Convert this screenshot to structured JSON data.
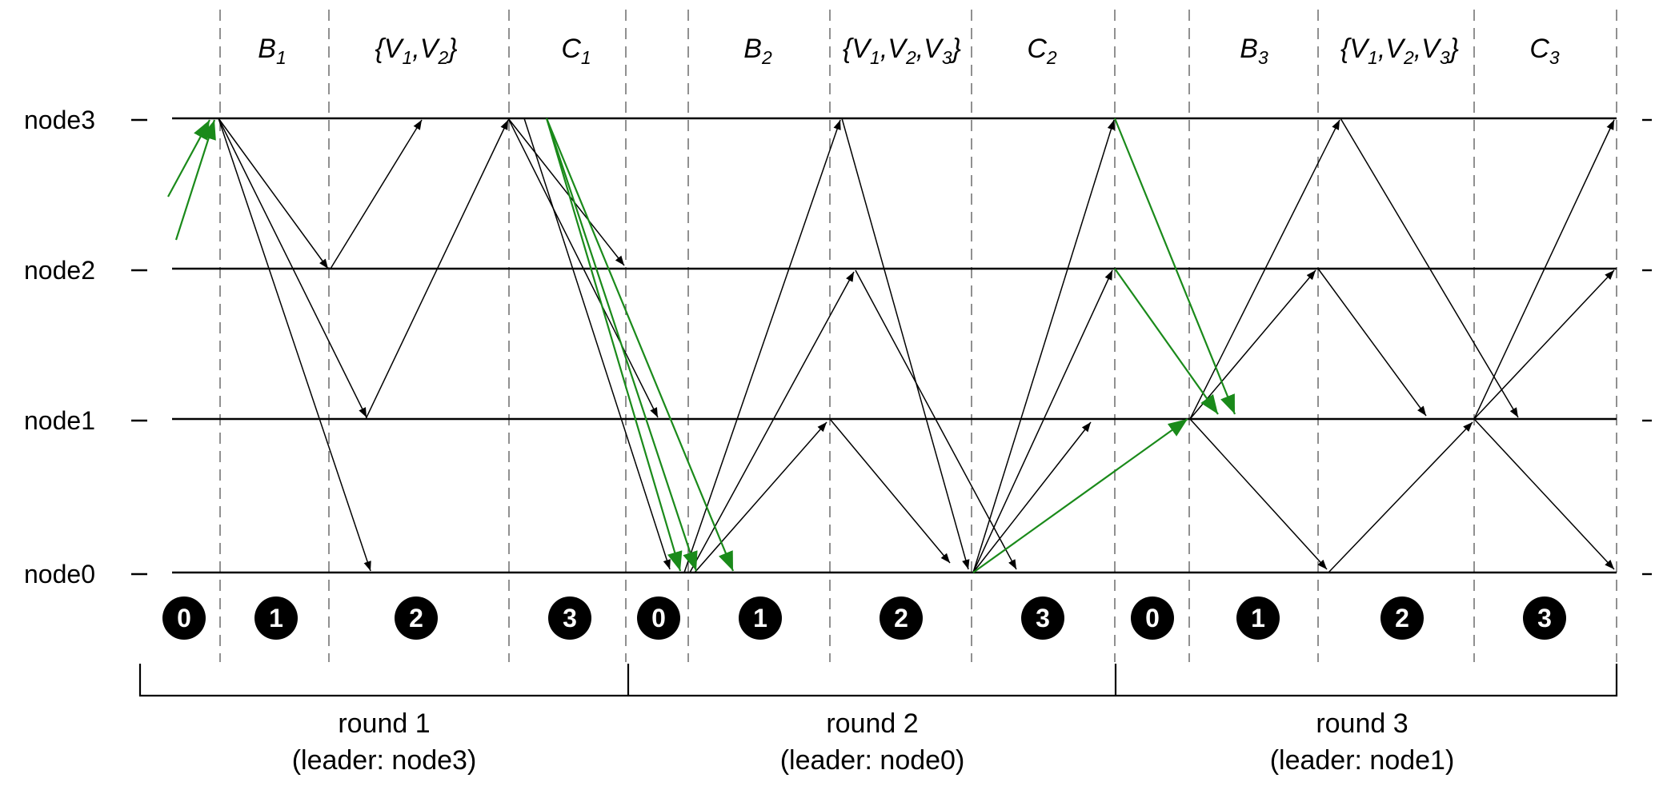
{
  "nodes": [
    "node3",
    "node2",
    "node1",
    "node0"
  ],
  "phases": [
    "B1",
    "{V1,V2}",
    "C1",
    "B2",
    "{V1,V2,V3}",
    "C2",
    "B3",
    "{V1,V2,V3}",
    "C3"
  ],
  "step_numbers": [
    "0",
    "1",
    "2",
    "3",
    "0",
    "1",
    "2",
    "3",
    "0",
    "1",
    "2",
    "3"
  ],
  "rounds": [
    {
      "title": "round 1",
      "leader": "(leader: node3)"
    },
    {
      "title": "round 2",
      "leader": "(leader: node0)"
    },
    {
      "title": "round 3",
      "leader": "(leader: node1)"
    }
  ],
  "colors": {
    "message": "#000000",
    "highlight": "#1a8a1a",
    "grid": "#555555"
  }
}
